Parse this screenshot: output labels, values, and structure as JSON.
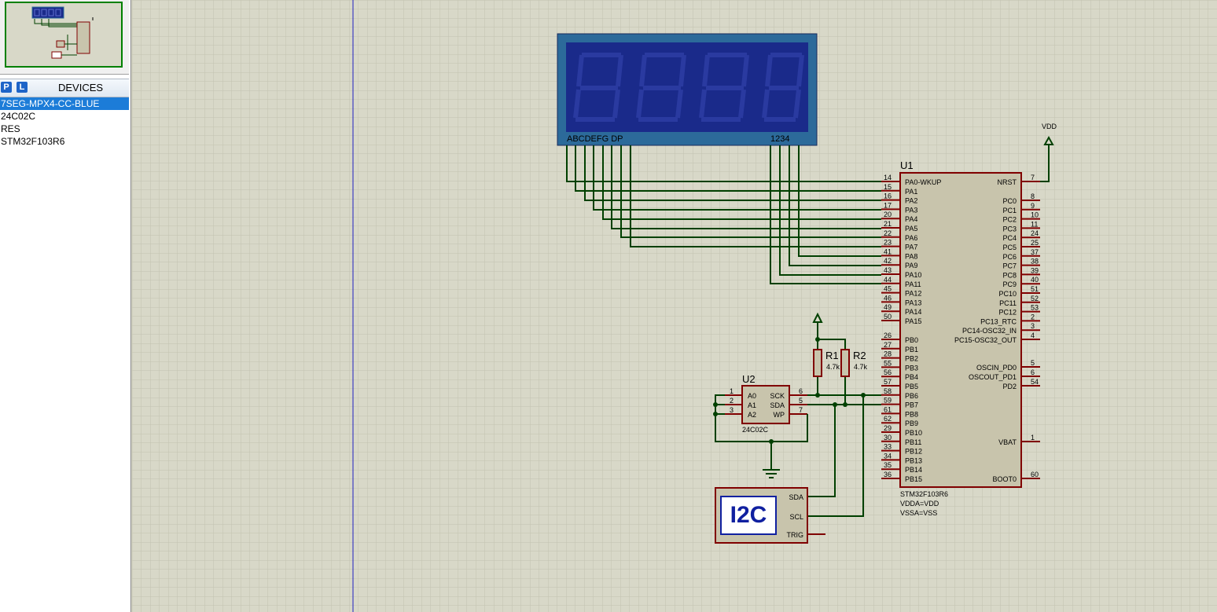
{
  "devices": {
    "p_label": "P",
    "l_label": "L",
    "title": "DEVICES",
    "items": [
      {
        "label": "7SEG-MPX4-CC-BLUE",
        "selected": true
      },
      {
        "label": "24C02C",
        "selected": false
      },
      {
        "label": "RES",
        "selected": false
      },
      {
        "label": "STM32F103R6",
        "selected": false
      }
    ]
  },
  "display": {
    "left_label": "ABCDEFG  DP",
    "right_label": "1234"
  },
  "vdd_label": "VDD",
  "mcu": {
    "ref": "U1",
    "part": "STM32F103R6",
    "note1": "VDDA=VDD",
    "note2": "VSSA=VSS",
    "left_pins": [
      {
        "num": "14",
        "name": "PA0-WKUP"
      },
      {
        "num": "15",
        "name": "PA1"
      },
      {
        "num": "16",
        "name": "PA2"
      },
      {
        "num": "17",
        "name": "PA3"
      },
      {
        "num": "20",
        "name": "PA4"
      },
      {
        "num": "21",
        "name": "PA5"
      },
      {
        "num": "22",
        "name": "PA6"
      },
      {
        "num": "23",
        "name": "PA7"
      },
      {
        "num": "41",
        "name": "PA8"
      },
      {
        "num": "42",
        "name": "PA9"
      },
      {
        "num": "43",
        "name": "PA10"
      },
      {
        "num": "44",
        "name": "PA11"
      },
      {
        "num": "45",
        "name": "PA12"
      },
      {
        "num": "46",
        "name": "PA13"
      },
      {
        "num": "49",
        "name": "PA14"
      },
      {
        "num": "50",
        "name": "PA15"
      },
      {
        "num": "26",
        "name": "PB0"
      },
      {
        "num": "27",
        "name": "PB1"
      },
      {
        "num": "28",
        "name": "PB2"
      },
      {
        "num": "55",
        "name": "PB3"
      },
      {
        "num": "56",
        "name": "PB4"
      },
      {
        "num": "57",
        "name": "PB5"
      },
      {
        "num": "58",
        "name": "PB6"
      },
      {
        "num": "59",
        "name": "PB7"
      },
      {
        "num": "61",
        "name": "PB8"
      },
      {
        "num": "62",
        "name": "PB9"
      },
      {
        "num": "29",
        "name": "PB10"
      },
      {
        "num": "30",
        "name": "PB11"
      },
      {
        "num": "33",
        "name": "PB12"
      },
      {
        "num": "34",
        "name": "PB13"
      },
      {
        "num": "35",
        "name": "PB14"
      },
      {
        "num": "36",
        "name": "PB15"
      }
    ],
    "right_pins": [
      {
        "num": "7",
        "name": "NRST"
      },
      {
        "num": "8",
        "name": "PC0"
      },
      {
        "num": "9",
        "name": "PC1"
      },
      {
        "num": "10",
        "name": "PC2"
      },
      {
        "num": "11",
        "name": "PC3"
      },
      {
        "num": "24",
        "name": "PC4"
      },
      {
        "num": "25",
        "name": "PC5"
      },
      {
        "num": "37",
        "name": "PC6"
      },
      {
        "num": "38",
        "name": "PC7"
      },
      {
        "num": "39",
        "name": "PC8"
      },
      {
        "num": "40",
        "name": "PC9"
      },
      {
        "num": "51",
        "name": "PC10"
      },
      {
        "num": "52",
        "name": "PC11"
      },
      {
        "num": "53",
        "name": "PC12"
      },
      {
        "num": "2",
        "name": "PC13_RTC"
      },
      {
        "num": "3",
        "name": "PC14-OSC32_IN"
      },
      {
        "num": "4",
        "name": "PC15-OSC32_OUT"
      },
      {
        "num": "5",
        "name": "OSCIN_PD0"
      },
      {
        "num": "6",
        "name": "OSCOUT_PD1"
      },
      {
        "num": "54",
        "name": "PD2"
      },
      {
        "num": "1",
        "name": "VBAT"
      },
      {
        "num": "60",
        "name": "BOOT0"
      }
    ]
  },
  "eeprom": {
    "ref": "U2",
    "part": "24C02C",
    "left_pins": [
      {
        "num": "1",
        "name": "A0"
      },
      {
        "num": "2",
        "name": "A1"
      },
      {
        "num": "3",
        "name": "A2"
      }
    ],
    "right_pins": [
      {
        "num": "6",
        "name": "SCK"
      },
      {
        "num": "5",
        "name": "SDA"
      },
      {
        "num": "7",
        "name": "WP"
      }
    ]
  },
  "resistors": [
    {
      "ref": "R1",
      "value": "4.7k"
    },
    {
      "ref": "R2",
      "value": "4.7k"
    }
  ],
  "i2c_debugger": {
    "label": "I2C",
    "pins": [
      "SDA",
      "SCL",
      "TRIG"
    ]
  },
  "colors": {
    "wire": "#004000",
    "component": "#800000",
    "component_fill": "#c8c4ac",
    "display_bg": "#1a2a8a",
    "display_frame": "#2c6a9a"
  }
}
